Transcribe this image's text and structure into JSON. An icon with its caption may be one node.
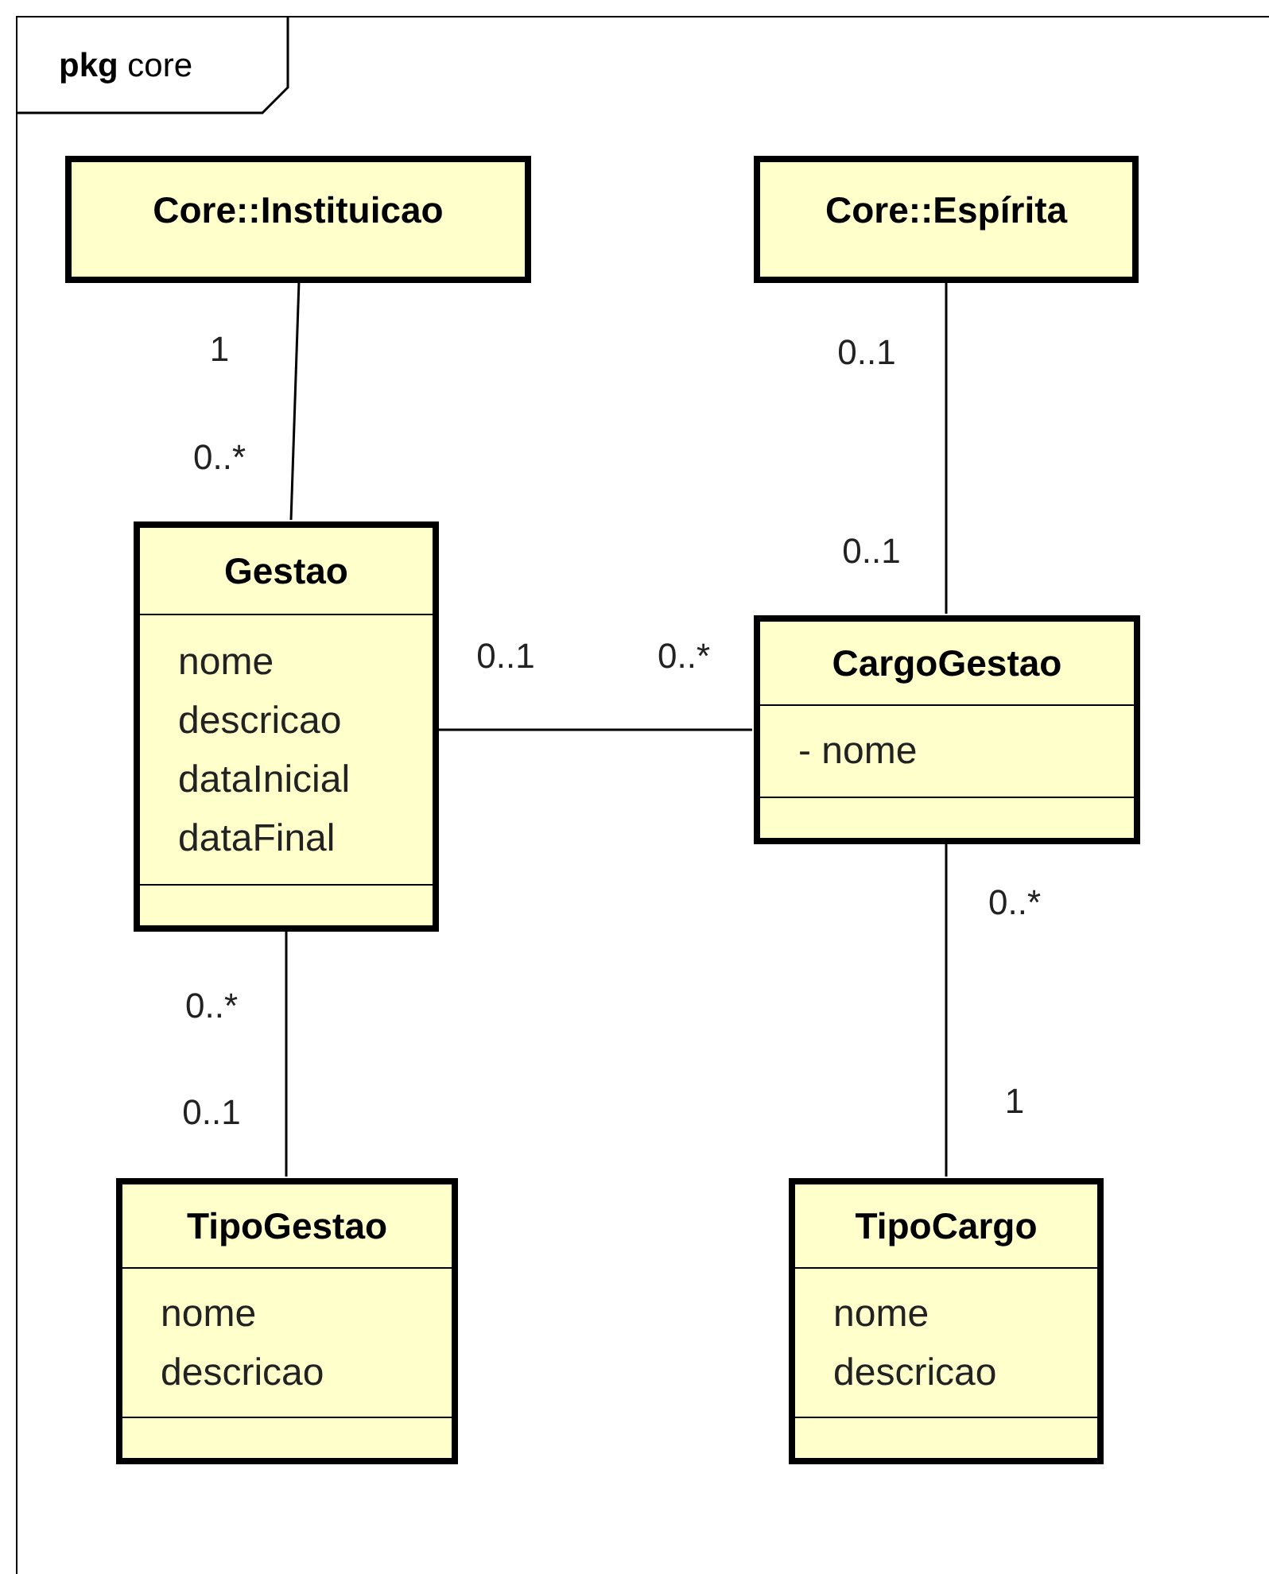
{
  "diagram": {
    "nodes": [
      {
        "text": [
          "**pkg** core"
        ]
      },
      {
        "text": [
          "Core::Instituicao"
        ],
        "in": 0
      },
      {
        "text": [
          "Core::Espírita"
        ],
        "in": 0
      },
      {
        "text": [
          "Gestao",
          "nome",
          "descricao",
          "dataInicial",
          "dataFinal"
        ],
        "in": 0
      },
      {
        "text": [
          "CargoGestao",
          "- nome"
        ],
        "in": 0
      },
      {
        "text": [
          "TipoGestao",
          "nome",
          "descricao"
        ],
        "in": 0
      },
      {
        "text": [
          "TipoCargo",
          "nome",
          "descricao"
        ],
        "in": 0
      }
    ],
    "edges": [
      {
        "from": 1,
        "to": 3,
        "arrow": "none"
      },
      {
        "from": 2,
        "to": 4,
        "arrow": "none"
      },
      {
        "from": 3,
        "to": 4,
        "arrow": "none"
      },
      {
        "from": 3,
        "to": 5,
        "arrow": "none"
      },
      {
        "from": 4,
        "to": 6,
        "arrow": "none"
      }
    ],
    "labels": [
      "1",
      "0..1",
      "0..*",
      "0..1",
      "0..1",
      "0..*",
      "0..*",
      "0..*",
      "1",
      "0..1"
    ]
  }
}
